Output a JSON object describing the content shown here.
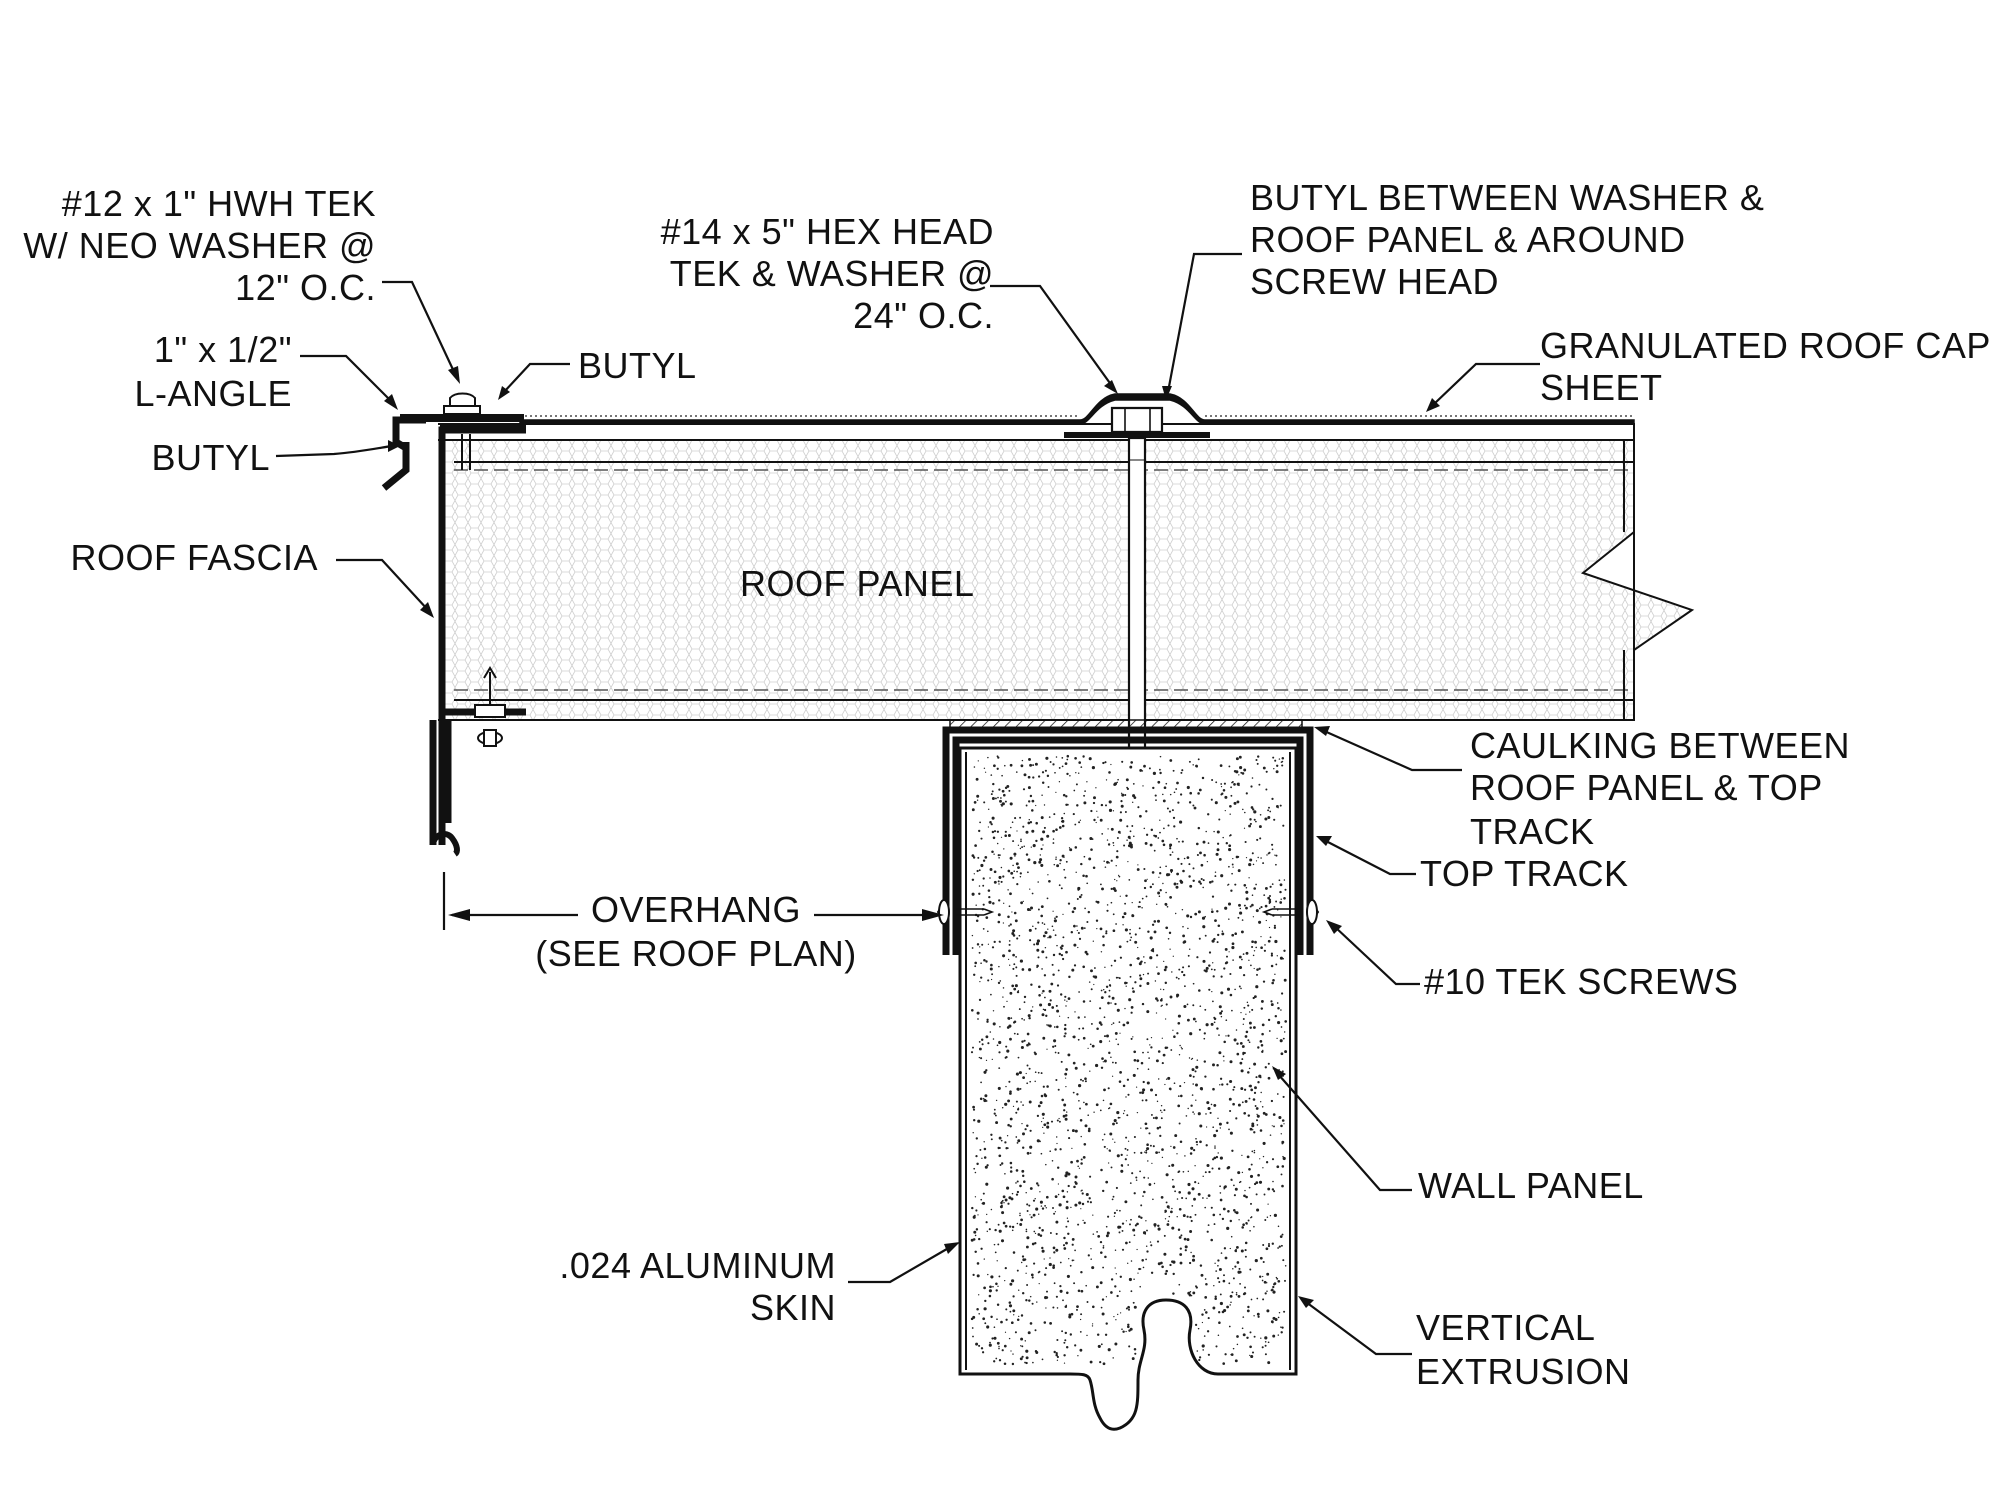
{
  "labels": {
    "screw_12": [
      "#12 x 1\" HWH TEK",
      "W/ NEO WASHER @",
      "12\" O.C."
    ],
    "l_angle": [
      "1\" x 1/2\"",
      "L-ANGLE"
    ],
    "butyl_top": "BUTYL",
    "butyl_left": "BUTYL",
    "roof_fascia": "ROOF FASCIA",
    "screw_14": [
      "#14 x 5\" HEX HEAD",
      "TEK & WASHER @",
      "24\" O.C."
    ],
    "butyl_washer": [
      "BUTYL BETWEEN WASHER &",
      "ROOF PANEL & AROUND",
      "SCREW HEAD"
    ],
    "cap_sheet": [
      "GRANULATED ROOF CAP",
      "SHEET"
    ],
    "roof_panel": "ROOF PANEL",
    "caulking": [
      "CAULKING BETWEEN",
      "ROOF PANEL & TOP",
      "TRACK"
    ],
    "top_track": "TOP TRACK",
    "overhang": [
      "OVERHANG",
      "(SEE ROOF PLAN)"
    ],
    "tek_10": "#10 TEK SCREWS",
    "wall_panel": "WALL PANEL",
    "aluminum_skin": [
      ".024 ALUMINUM",
      "SKIN"
    ],
    "vertical_extrusion": [
      "VERTICAL",
      "EXTRUSION"
    ]
  },
  "colors": {
    "ink": "#111111",
    "panel_core": "#f3f3f3",
    "wall_core": "#ffffff"
  }
}
